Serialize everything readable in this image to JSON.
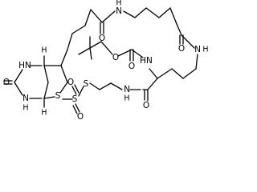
{
  "structure": {
    "atom_labels": {
      "o_biotin_urea": "O",
      "nh_biotin_top": "HN",
      "nh_biotin_bottom": "N",
      "h_biotin_bottom": "H",
      "h_stereo_top": "H",
      "h_stereo_bottom": "H",
      "s_thiophane": "S",
      "o_valeryl": "O",
      "nh_amide_top": "N",
      "h_amide_top": "H",
      "o_linker": "O",
      "nh_linker": "N",
      "h_linker": "H",
      "o_boc_ester": "O",
      "o_boc_carbonyl": "O",
      "nh_boc": "HN",
      "nh_amide_lower": "N",
      "h_amide_lower": "H",
      "o_lysine_carbonyl": "O",
      "s_thioether": "S",
      "s_sulfonyl": "S",
      "o_sulfonyl_top": "O",
      "o_sulfonyl_bottom": "O"
    }
  }
}
